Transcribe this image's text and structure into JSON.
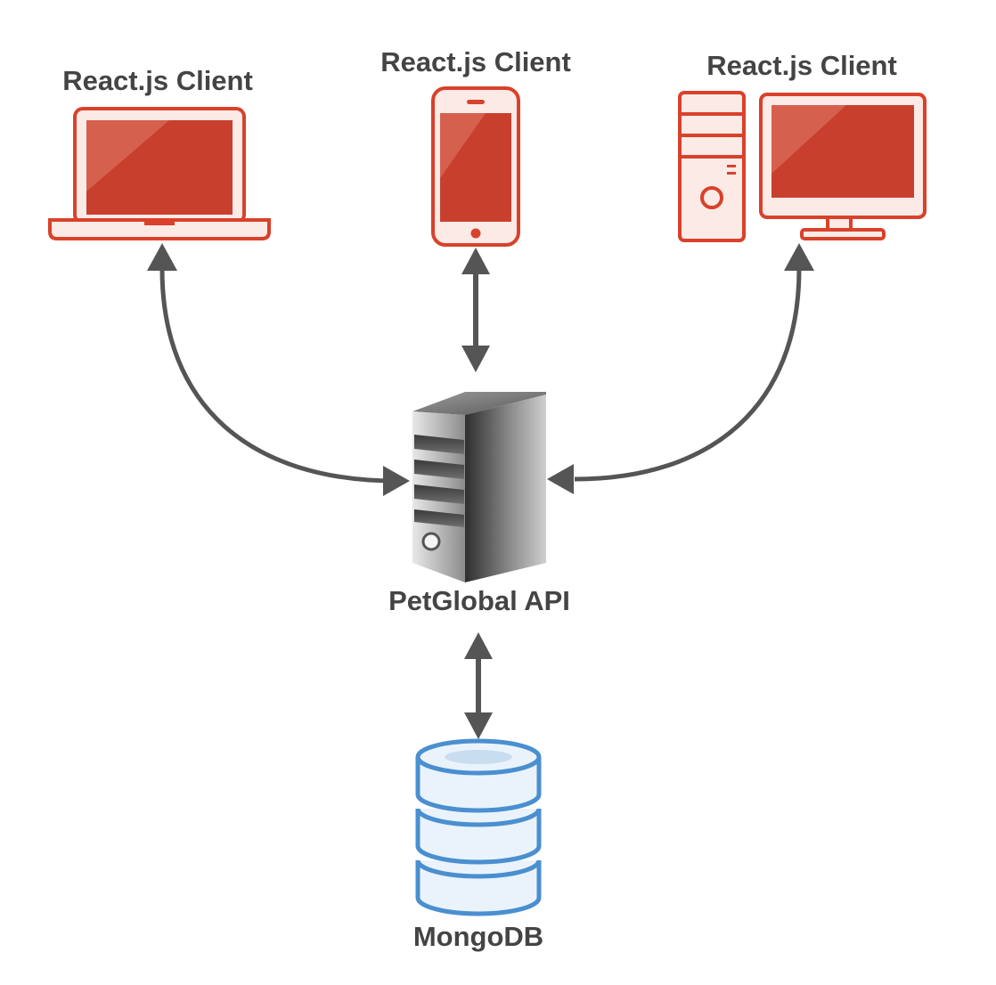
{
  "nodes": {
    "laptop_client": {
      "label": "React.js Client",
      "icon": "laptop-icon"
    },
    "phone_client": {
      "label": "React.js Client",
      "icon": "smartphone-icon"
    },
    "desktop_client": {
      "label": "React.js Client",
      "icon": "desktop-computer-icon"
    },
    "api": {
      "label": "PetGlobal API",
      "icon": "server-tower-icon"
    },
    "database": {
      "label": "MongoDB",
      "icon": "database-icon"
    }
  },
  "connections": [
    {
      "from": "laptop_client",
      "to": "api",
      "direction": "bidirectional"
    },
    {
      "from": "phone_client",
      "to": "api",
      "direction": "bidirectional"
    },
    {
      "from": "desktop_client",
      "to": "api",
      "direction": "bidirectional"
    },
    {
      "from": "api",
      "to": "database",
      "direction": "bidirectional"
    }
  ],
  "colors": {
    "client_icon_stroke": "#D9412B",
    "client_icon_fill": "#C8402D",
    "client_icon_light": "#FBEAE6",
    "database_stroke": "#4A8FD0",
    "database_fill": "#EAF3FB",
    "arrow": "#555555",
    "label_text": "#444444"
  }
}
